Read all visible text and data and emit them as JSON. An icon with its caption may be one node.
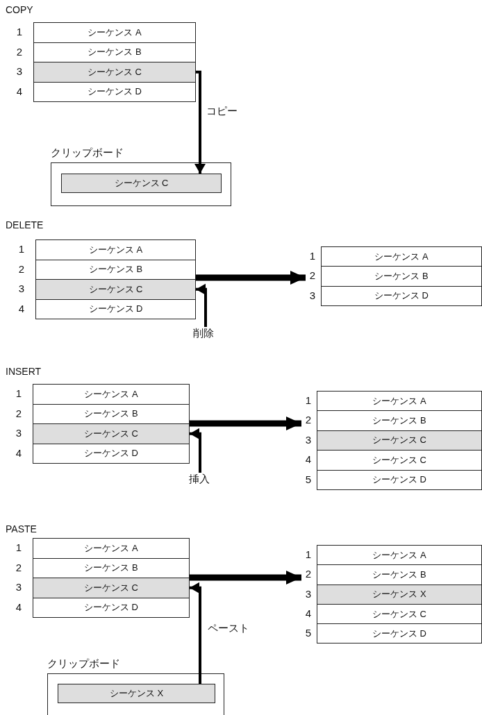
{
  "diagram": {
    "nodes": [
      {
        "text": [],
        "shape": "box"
      },
      {
        "text": [
          "シーケンス A"
        ],
        "in": 0
      },
      {
        "text": [
          "シーケンス B"
        ],
        "in": 0
      },
      {
        "text": [
          "シーケンス C"
        ],
        "in": 0
      },
      {
        "text": [
          "シーケンス D"
        ],
        "in": 0
      },
      {
        "text": [
          "クリップボード"
        ]
      },
      {
        "text": [
          "シーケンス C"
        ],
        "in": 5
      },
      {
        "text": [],
        "shape": "box"
      },
      {
        "text": [
          "シーケンス A"
        ],
        "in": 7
      },
      {
        "text": [
          "シーケンス B"
        ],
        "in": 7
      },
      {
        "text": [
          "シーケンス C"
        ],
        "in": 7
      },
      {
        "text": [
          "シーケンス D"
        ],
        "in": 7
      },
      {
        "text": [],
        "shape": "box"
      },
      {
        "text": [
          "シーケンス A"
        ],
        "in": 12
      },
      {
        "text": [
          "シーケンス B"
        ],
        "in": 12
      },
      {
        "text": [
          "シーケンス D"
        ],
        "in": 12
      },
      {
        "text": [
          "削除"
        ]
      },
      {
        "text": [],
        "shape": "box"
      },
      {
        "text": [
          "シーケンス A"
        ],
        "in": 17
      },
      {
        "text": [
          "シーケンス B"
        ],
        "in": 17
      },
      {
        "text": [
          "シーケンス C"
        ],
        "in": 17
      },
      {
        "text": [
          "シーケンス D"
        ],
        "in": 17
      },
      {
        "text": [],
        "shape": "box"
      },
      {
        "text": [
          "シーケンス A"
        ],
        "in": 22
      },
      {
        "text": [
          "シーケンス B"
        ],
        "in": 22
      },
      {
        "text": [
          "シーケンス C"
        ],
        "in": 22
      },
      {
        "text": [
          "シーケンス C"
        ],
        "in": 22
      },
      {
        "text": [
          "シーケンス D"
        ],
        "in": 22
      },
      {
        "text": [
          "挿入"
        ]
      },
      {
        "text": [],
        "shape": "box"
      },
      {
        "text": [
          "シーケンス A"
        ],
        "in": 29
      },
      {
        "text": [
          "シーケンス B"
        ],
        "in": 29
      },
      {
        "text": [
          "シーケンス C"
        ],
        "in": 29
      },
      {
        "text": [
          "シーケンス D"
        ],
        "in": 29
      },
      {
        "text": [],
        "shape": "box"
      },
      {
        "text": [
          "シーケンス A"
        ],
        "in": 34
      },
      {
        "text": [
          "シーケンス B"
        ],
        "in": 34
      },
      {
        "text": [
          "シーケンス X"
        ],
        "in": 34
      },
      {
        "text": [
          "シーケンス C"
        ],
        "in": 34
      },
      {
        "text": [
          "シーケンス D"
        ],
        "in": 34
      },
      {
        "text": [
          "クリップボード"
        ]
      },
      {
        "text": [
          "シーケンス X"
        ],
        "in": 40
      }
    ],
    "edges": [
      {
        "from": 3,
        "to": 6,
        "arrow": "to",
        "label": "コピー"
      },
      {
        "from": 7,
        "to": 12,
        "arrow": "to",
        "style": "thick"
      },
      {
        "from": 16,
        "to": 10,
        "arrow": "to"
      },
      {
        "from": 17,
        "to": 22,
        "arrow": "to",
        "style": "thick"
      },
      {
        "from": 28,
        "to": 20,
        "arrow": "to"
      },
      {
        "from": 29,
        "to": 34,
        "arrow": "to",
        "style": "thick"
      },
      {
        "from": 41,
        "to": 32,
        "arrow": "to",
        "label": "ペースト"
      }
    ],
    "labels": [
      "COPY",
      "1",
      "2",
      "3",
      "4",
      "DELETE",
      "1",
      "2",
      "3",
      "4",
      "1",
      "2",
      "3",
      "INSERT",
      "1",
      "2",
      "3",
      "4",
      "1",
      "2",
      "3",
      "4",
      "5",
      "PASTE",
      "1",
      "2",
      "3",
      "4",
      "1",
      "2",
      "3",
      "4",
      "5"
    ]
  }
}
